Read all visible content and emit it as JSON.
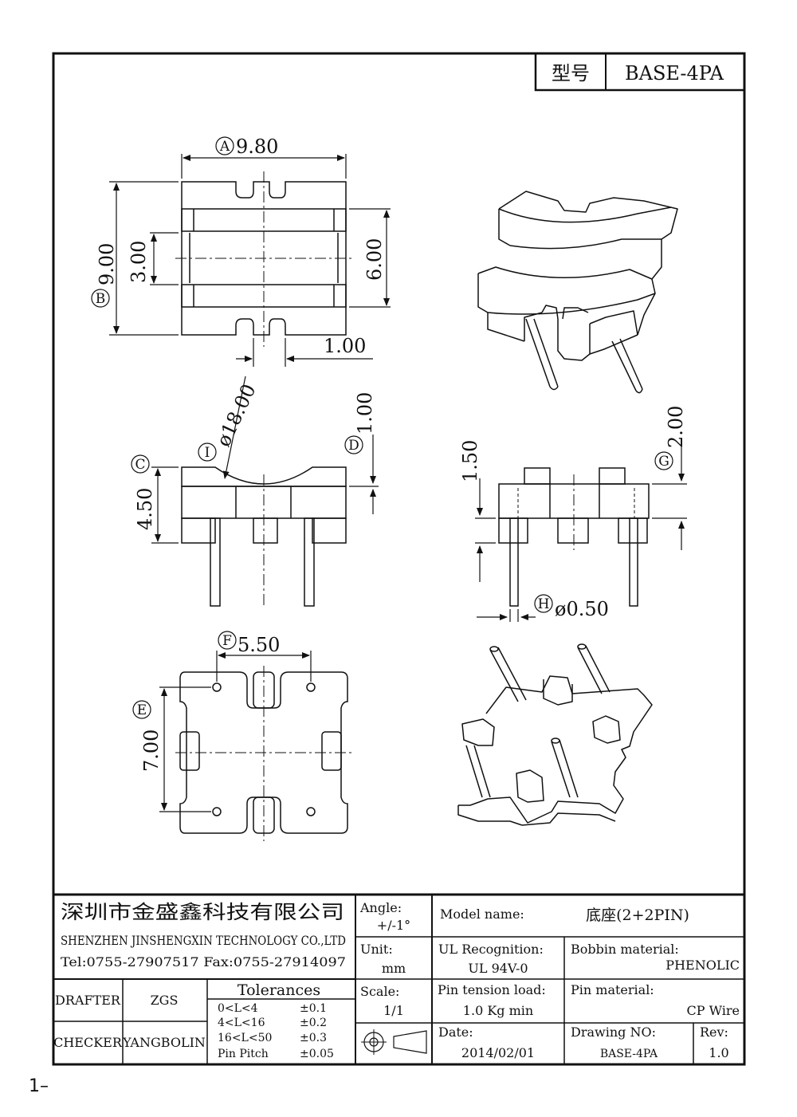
{
  "header": {
    "model_label": "型号",
    "model_value": "BASE-4PA"
  },
  "dimensions": {
    "A": {
      "tag": "A",
      "value": "9.80"
    },
    "B": {
      "tag": "B",
      "value": "9.00"
    },
    "inner_height": "3.00",
    "right_height": "6.00",
    "slot_width": "1.00",
    "I": {
      "tag": "I",
      "value": "ø18.00"
    },
    "D": {
      "tag": "D",
      "value": "1.00"
    },
    "C": {
      "tag": "C",
      "value": "4.50"
    },
    "side_height": "1.50",
    "G": {
      "tag": "G",
      "value": "2.00"
    },
    "H": {
      "tag": "H",
      "value": "ø0.50"
    },
    "F": {
      "tag": "F",
      "value": "5.50"
    },
    "E": {
      "tag": "E",
      "value": "7.00"
    }
  },
  "title_block": {
    "company_cn": "深圳市金盛鑫科技有限公司",
    "company_en": "SHENZHEN JINSHENGXIN TECHNOLOGY CO.,LTD",
    "contact": "Tel:0755-27907517  Fax:0755-27914097",
    "angle_label": "Angle:",
    "angle_value": "+/-1°",
    "unit_label": "Unit:",
    "unit_value": "mm",
    "scale_label": "Scale:",
    "scale_value": "1/1",
    "model_name_label": "Model name:",
    "model_name_value": "底座(2+2PIN)",
    "ul_label": "UL Recognition:",
    "ul_value": "UL 94V-0",
    "bobbin_label": "Bobbin material:",
    "bobbin_value": "PHENOLIC",
    "pin_tension_label": "Pin tension load:",
    "pin_tension_value": "1.0 Kg min",
    "pin_material_label": "Pin material:",
    "pin_material_value": "CP Wire",
    "date_label": "Date:",
    "date_value": "2014/02/01",
    "drawing_no_label": "Drawing NO:",
    "drawing_no_value": "BASE-4PA",
    "rev_label": "Rev:",
    "rev_value": "1.0",
    "drafter_label": "DRAFTER",
    "drafter_value": "ZGS",
    "checker_label": "CHECKER",
    "checker_value": "YANGBOLIN",
    "tolerances_label": "Tolerances",
    "tolerances": [
      {
        "range": "0<L<4",
        "value": "±0.1"
      },
      {
        "range": "4<L<16",
        "value": "±0.2"
      },
      {
        "range": "16<L<50",
        "value": "±0.3"
      },
      {
        "range": "Pin Pitch",
        "value": "±0.05"
      }
    ]
  },
  "page_number": "1"
}
